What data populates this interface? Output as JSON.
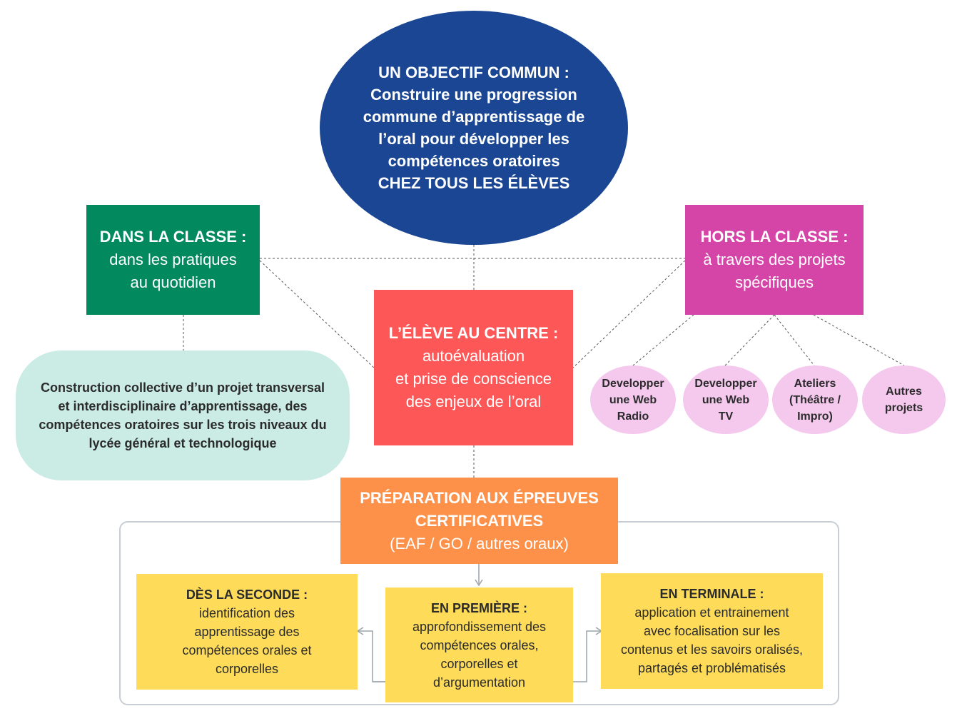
{
  "goal": {
    "line1": "UN OBJECTIF COMMUN :",
    "line2": "Construire une progression",
    "line3": "commune d’apprentissage de",
    "line4": "l’oral pour développer les",
    "line5": "compétences oratoires",
    "line6": "CHEZ TOUS LES ÉLÈVES"
  },
  "in_class": {
    "title": "DANS LA CLASSE :",
    "line1": "dans les pratiques",
    "line2": "au quotidien"
  },
  "out_class": {
    "title": "HORS LA CLASSE :",
    "line1": "à travers des projets",
    "line2": "spécifiques"
  },
  "center": {
    "title": "L’ÉLÈVE AU CENTRE :",
    "line1": "autoévaluation",
    "line2": "et prise de conscience",
    "line3": "des enjeux de l’oral"
  },
  "project": {
    "line1": "Construction collective d’un projet transversal",
    "line2": "et interdisciplinaire d’apprentissage, des",
    "line3": "compétences oratoires sur les trois niveaux du",
    "line4": "lycée général et technologique"
  },
  "bubbles": [
    {
      "line1": "Developper",
      "line2": "une Web",
      "line3": "Radio"
    },
    {
      "line1": "Developper",
      "line2": "une Web",
      "line3": "TV"
    },
    {
      "line1": "Ateliers",
      "line2": "(Théâtre /",
      "line3": "Impro)"
    },
    {
      "line1": "Autres",
      "line2": "projets"
    }
  ],
  "prep": {
    "line1": "PRÉPARATION AUX ÉPREUVES",
    "line2": "CERTIFICATIVES",
    "line3": "(EAF / GO / autres oraux)"
  },
  "years": [
    {
      "title": "DÈS LA SECONDE :",
      "line1": "identification des",
      "line2": "apprentissage des",
      "line3": "compétences orales et",
      "line4": "corporelles"
    },
    {
      "title": "EN PREMIÈRE :",
      "line1": "approfondissement des",
      "line2": "compétences orales,",
      "line3": "corporelles et",
      "line4": "d’argumentation"
    },
    {
      "title": "EN TERMINALE :",
      "line1": "application et entrainement",
      "line2": "avec focalisation sur les",
      "line3": "contenus et les savoirs oralisés,",
      "line4": "partagés et problématisés"
    }
  ],
  "colors": {
    "goal": "#1a4693",
    "in_class": "#028a5e",
    "out_class": "#d545a8",
    "center": "#fe5757",
    "project": "#cbece4",
    "bubble": "#f5c8ee",
    "prep": "#fe914a",
    "year": "#fedc5a"
  }
}
